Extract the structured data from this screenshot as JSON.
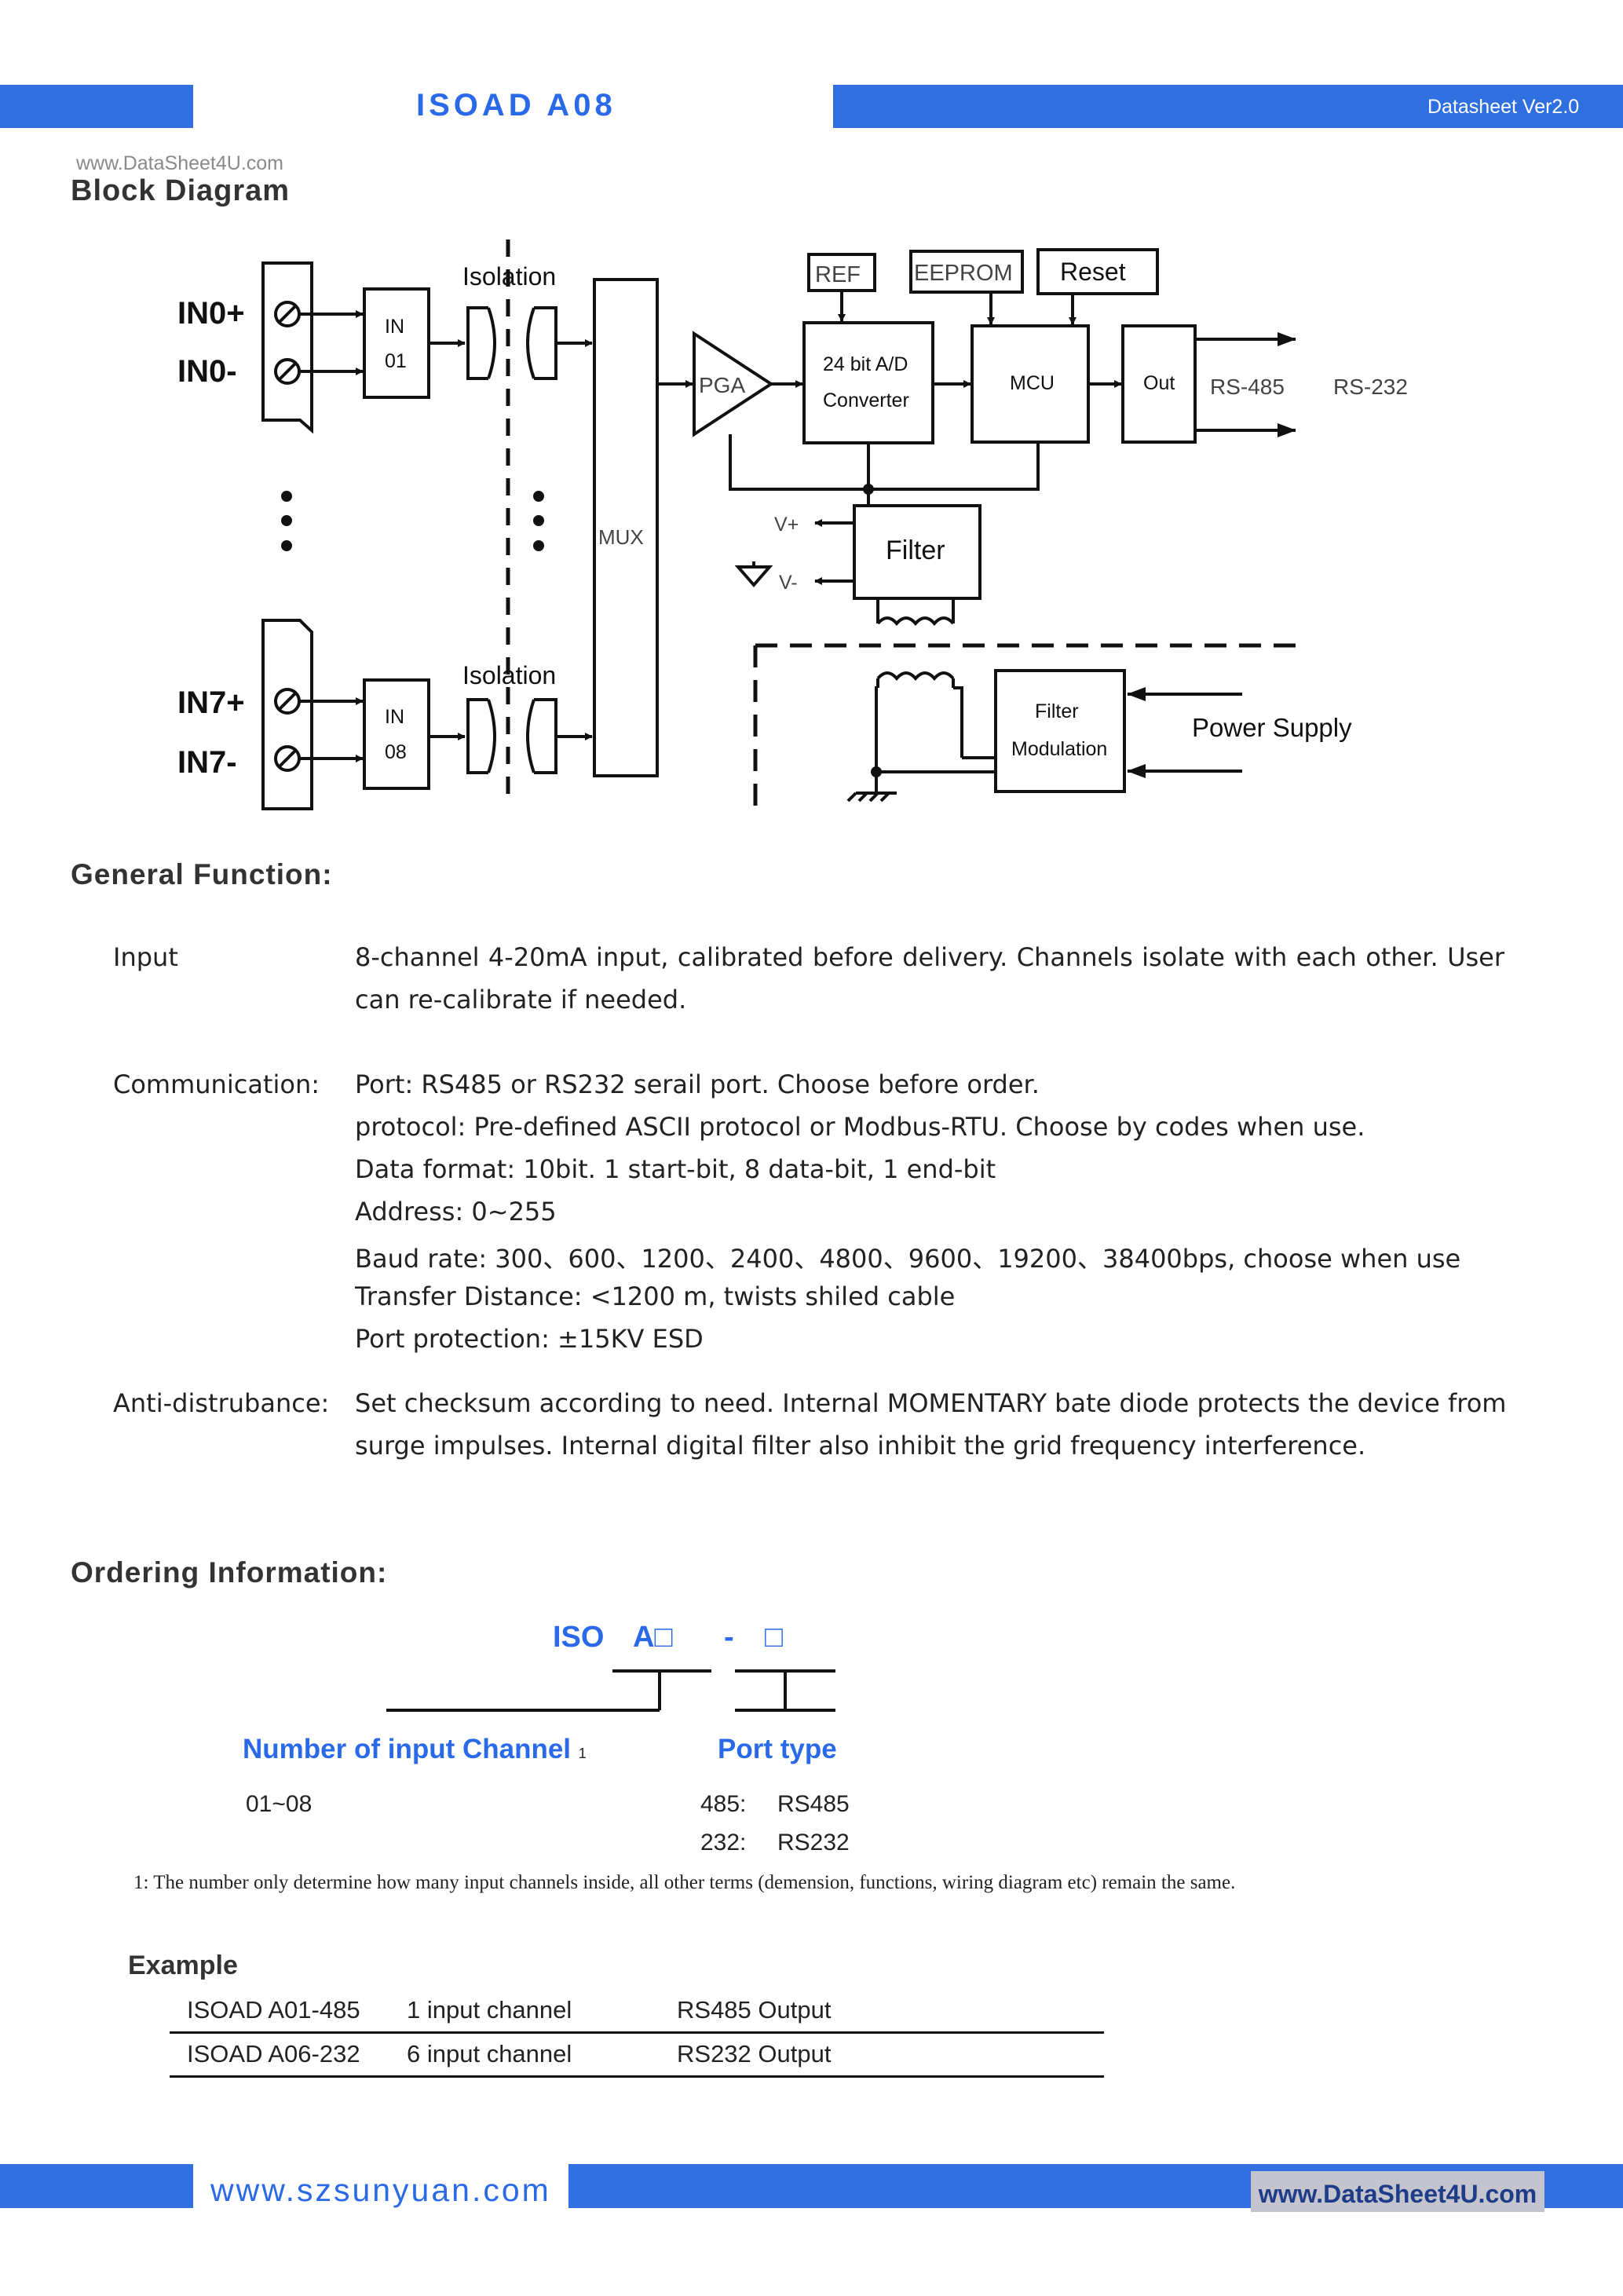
{
  "header": {
    "title": "ISOAD A08",
    "version": "Datasheet  Ver2.0",
    "watermark": "www.DataSheet4U.com"
  },
  "block_diagram": {
    "heading": "Block Diagram",
    "in0_plus": "IN0+",
    "in0_minus": "IN0-",
    "in7_plus": "IN7+",
    "in7_minus": "IN7-",
    "in_top": "IN",
    "in_top_num": "01",
    "in_bottom": "IN",
    "in_bottom_num": "08",
    "isolation_top": "Isolation",
    "isolation_bottom": "Isolation",
    "mux": "MUX",
    "pga": "PGA",
    "adc_line1": "24 bit A/D",
    "adc_line2": "Converter",
    "ref": "REF",
    "eeprom": "EEPROM",
    "reset": "Reset",
    "mcu": "MCU",
    "out": "Out",
    "rs485": "RS-485",
    "rs232": "RS-232",
    "vplus": "V+",
    "vminus": "V-",
    "filter": "Filter",
    "filter_mod_line1": "Filter",
    "filter_mod_line2": "Modulation",
    "power_supply": "Power Supply"
  },
  "general_function": {
    "heading": "General Function:",
    "input_label": "Input",
    "input_line1": "8-channel 4-20mA input, calibrated before delivery. Channels isolate with each other.   User",
    "input_line2": "can re-calibrate if needed.",
    "comm_label": "Communication:",
    "comm_lines": [
      "Port: RS485 or RS232 serail port. Choose before order.",
      "protocol: Pre-defined ASCII protocol or Modbus-RTU. Choose by codes when use.",
      "Data format: 10bit. 1 start-bit, 8 data-bit, 1 end-bit",
      "Address: 0~255",
      "Baud rate: 300、600、1200、2400、4800、9600、19200、38400bps, choose when use",
      "Transfer Distance: <1200 m, twists shiled cable",
      "Port protection: ±15KV ESD"
    ],
    "anti_label": "Anti-distrubance:",
    "anti_line1": "Set checksum according to need. Internal MOMENTARY bate diode protects the device from",
    "anti_line2": "surge impulses. Internal digital filter also inhibit the grid frequency interference."
  },
  "ordering": {
    "heading": "Ordering Information:",
    "code_prefix": "ISO",
    "code_channel": "A□",
    "code_dash": "-",
    "code_port": "□",
    "channel_label": "Number of input Channel",
    "channel_note_mark": "1",
    "channel_range": "01~08",
    "port_label": "Port type",
    "port_options": [
      {
        "code": "485:",
        "name": "RS485"
      },
      {
        "code": "232:",
        "name": "RS232"
      }
    ],
    "footnote": "1: The number only determine how many input channels inside, all other terms (demension, functions, wiring diagram etc) remain the same."
  },
  "example": {
    "heading": "Example",
    "rows": [
      [
        "ISOAD A01-485",
        "1 input channel",
        "RS485 Output"
      ],
      [
        "ISOAD A06-232",
        "6 input channel",
        "RS232 Output"
      ]
    ]
  },
  "footer": {
    "url": "www.szsunyuan.com",
    "watermark": "www.DataSheet4U.com"
  },
  "colors": {
    "accent": "#2f6fe0",
    "heading_blue": "#2a6ae8"
  }
}
